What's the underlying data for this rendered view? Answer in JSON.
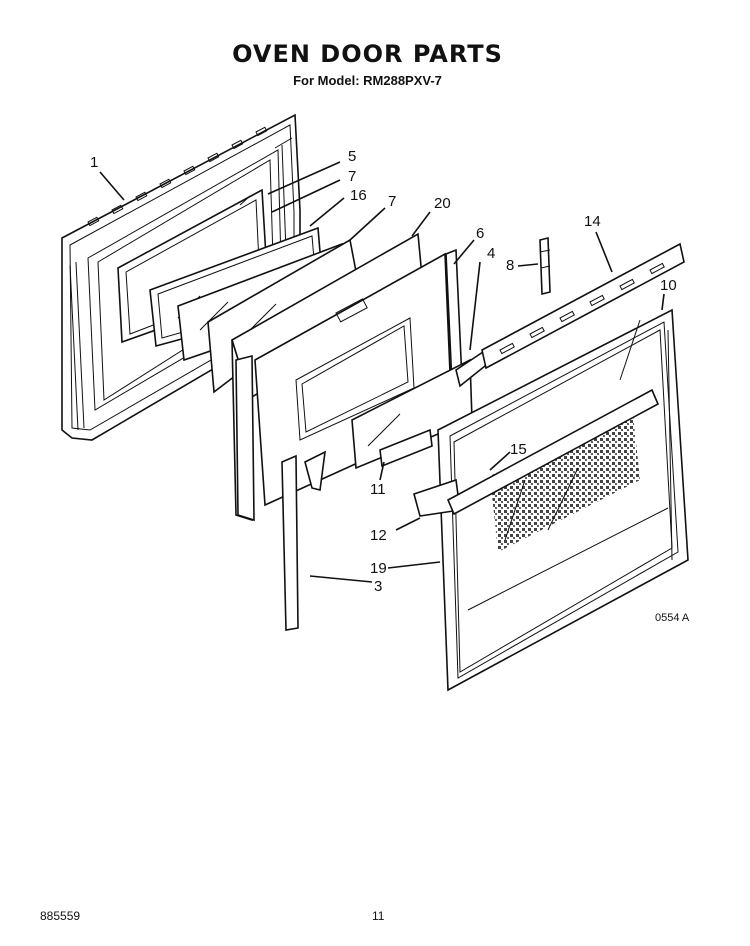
{
  "title": "OVEN DOOR PARTS",
  "subtitle": "For Model: RM288PXV-7",
  "drawing_code": "0554 A",
  "footer": {
    "doc_number": "885559",
    "page_number": "11"
  },
  "callouts": [
    {
      "id": "c1",
      "label": "1"
    },
    {
      "id": "c5",
      "label": "5"
    },
    {
      "id": "c7a",
      "label": "7"
    },
    {
      "id": "c16",
      "label": "16"
    },
    {
      "id": "c7b",
      "label": "7"
    },
    {
      "id": "c20",
      "label": "20"
    },
    {
      "id": "c6",
      "label": "6"
    },
    {
      "id": "c4",
      "label": "4"
    },
    {
      "id": "c8",
      "label": "8"
    },
    {
      "id": "c14",
      "label": "14"
    },
    {
      "id": "c10",
      "label": "10"
    },
    {
      "id": "c15",
      "label": "15"
    },
    {
      "id": "c11",
      "label": "11"
    },
    {
      "id": "c12",
      "label": "12"
    },
    {
      "id": "c19",
      "label": "19"
    },
    {
      "id": "c3",
      "label": "3"
    }
  ]
}
